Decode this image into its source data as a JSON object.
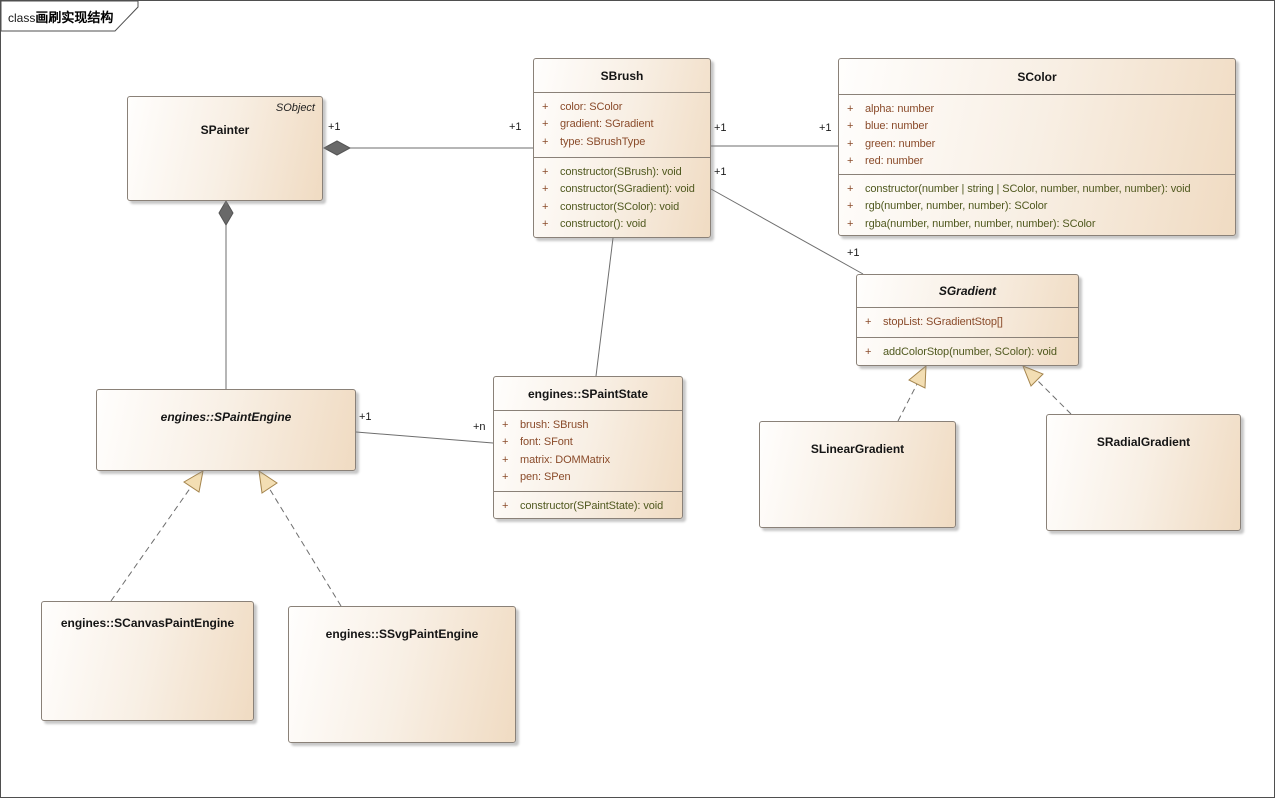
{
  "frame": {
    "keyword": "class",
    "title": "画刷实现结构"
  },
  "colors": {
    "box_fill_left": "#fffefd",
    "box_fill_right": "#f0dbc2",
    "box_border": "#8a8178",
    "attribute_text": "#8a4b2a",
    "method_text": "#50591f",
    "line": "#6e6e6e",
    "diamond_fill": "#696969",
    "triangle_fill": "#f3deb3",
    "triangle_border": "#a5854d"
  },
  "classes": [
    {
      "name": "SPainter",
      "annotation": "SObject",
      "abstract": false,
      "attributes": [],
      "methods": []
    },
    {
      "name": "SBrush",
      "abstract": false,
      "attributes": [
        {
          "v": "+",
          "t": "color: SColor"
        },
        {
          "v": "+",
          "t": "gradient: SGradient"
        },
        {
          "v": "+",
          "t": "type: SBrushType"
        }
      ],
      "methods": [
        {
          "v": "+",
          "t": "constructor(SBrush): void"
        },
        {
          "v": "+",
          "t": "constructor(SGradient): void"
        },
        {
          "v": "+",
          "t": "constructor(SColor): void"
        },
        {
          "v": "+",
          "t": "constructor(): void"
        }
      ]
    },
    {
      "name": "SColor",
      "abstract": false,
      "attributes": [
        {
          "v": "+",
          "t": "alpha: number"
        },
        {
          "v": "+",
          "t": "blue: number"
        },
        {
          "v": "+",
          "t": "green: number"
        },
        {
          "v": "+",
          "t": "red: number"
        }
      ],
      "methods": [
        {
          "v": "+",
          "t": "constructor(number | string | SColor, number, number, number): void"
        },
        {
          "v": "+",
          "t": "rgb(number, number, number): SColor"
        },
        {
          "v": "+",
          "t": "rgba(number, number, number, number): SColor"
        }
      ]
    },
    {
      "name": "SGradient",
      "abstract": true,
      "attributes": [
        {
          "v": "+",
          "t": "stopList: SGradientStop[]"
        }
      ],
      "methods": [
        {
          "v": "+",
          "t": "addColorStop(number, SColor): void"
        }
      ]
    },
    {
      "name": "engines::SPaintState",
      "abstract": false,
      "attributes": [
        {
          "v": "+",
          "t": "brush: SBrush"
        },
        {
          "v": "+",
          "t": "font: SFont"
        },
        {
          "v": "+",
          "t": "matrix: DOMMatrix"
        },
        {
          "v": "+",
          "t": "pen: SPen"
        }
      ],
      "methods": [
        {
          "v": "+",
          "t": "constructor(SPaintState): void"
        }
      ]
    },
    {
      "name": "engines::SPaintEngine",
      "abstract": true,
      "attributes": [],
      "methods": []
    },
    {
      "name": "SLinearGradient",
      "abstract": false,
      "attributes": [],
      "methods": []
    },
    {
      "name": "SRadialGradient",
      "abstract": false,
      "attributes": [],
      "methods": []
    },
    {
      "name": "engines::SCanvasPaintEngine",
      "abstract": false,
      "attributes": [],
      "methods": []
    },
    {
      "name": "engines::SSvgPaintEngine",
      "abstract": false,
      "attributes": [],
      "methods": []
    }
  ],
  "connectors": [
    {
      "type": "composition",
      "from": "SPainter",
      "to": "SBrush",
      "from_label": "+1",
      "to_label": "+1"
    },
    {
      "type": "association",
      "from": "SBrush",
      "to": "SColor",
      "from_label": "+1",
      "to_label": "+1"
    },
    {
      "type": "association",
      "from": "SBrush",
      "to": "SGradient",
      "from_label": "+1",
      "to_label": "+1"
    },
    {
      "type": "association",
      "from": "SBrush",
      "to": "engines::SPaintState"
    },
    {
      "type": "composition",
      "from": "SPainter",
      "to": "engines::SPaintEngine"
    },
    {
      "type": "association",
      "from": "engines::SPaintEngine",
      "to": "engines::SPaintState",
      "from_label": "+1",
      "to_label": "+n"
    },
    {
      "type": "realization",
      "from": "SLinearGradient",
      "to": "SGradient"
    },
    {
      "type": "realization",
      "from": "SRadialGradient",
      "to": "SGradient"
    },
    {
      "type": "realization",
      "from": "engines::SCanvasPaintEngine",
      "to": "engines::SPaintEngine"
    },
    {
      "type": "realization",
      "from": "engines::SSvgPaintEngine",
      "to": "engines::SPaintEngine"
    }
  ]
}
